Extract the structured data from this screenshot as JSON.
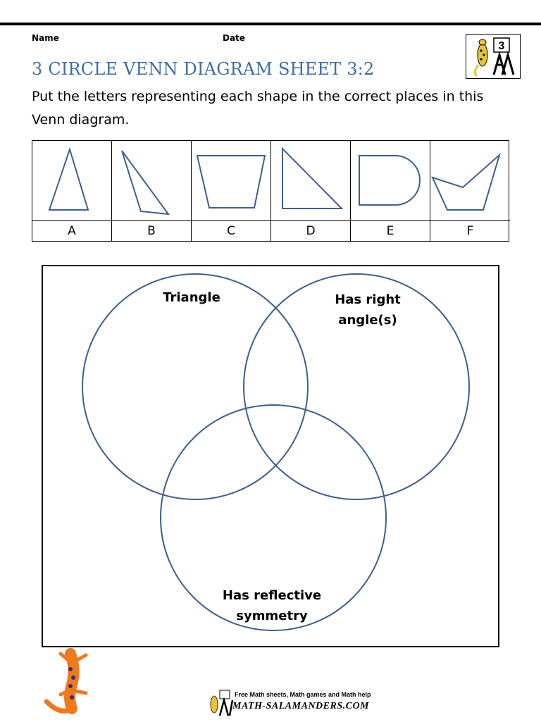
{
  "header": {
    "name_label": "Name",
    "date_label": "Date",
    "title": "3 CIRCLE VENN DIAGRAM SHEET 3:2",
    "instructions": "Put the letters representing each shape in the correct places in this Venn diagram.",
    "grade_badge": "3"
  },
  "shapes": [
    {
      "letter": "A",
      "icon": "isosceles-triangle-icon"
    },
    {
      "letter": "B",
      "icon": "scalene-triangle-icon"
    },
    {
      "letter": "C",
      "icon": "trapezoid-icon"
    },
    {
      "letter": "D",
      "icon": "right-triangle-icon"
    },
    {
      "letter": "E",
      "icon": "d-shape-icon"
    },
    {
      "letter": "F",
      "icon": "irregular-pentagon-icon"
    }
  ],
  "venn": {
    "circle_1": "Triangle",
    "circle_2_line1": "Has right",
    "circle_2_line2": "angle(s)",
    "circle_3_line1": "Has reflective",
    "circle_3_line2": "symmetry"
  },
  "footer": {
    "tagline": "Free Math sheets, Math games and Math help",
    "site": "MATH-SALAMANDERS.COM"
  },
  "colors": {
    "title": "#3d6da5",
    "circle_stroke": "#3c5f8f",
    "shape_stroke": "#3c5f8f"
  }
}
